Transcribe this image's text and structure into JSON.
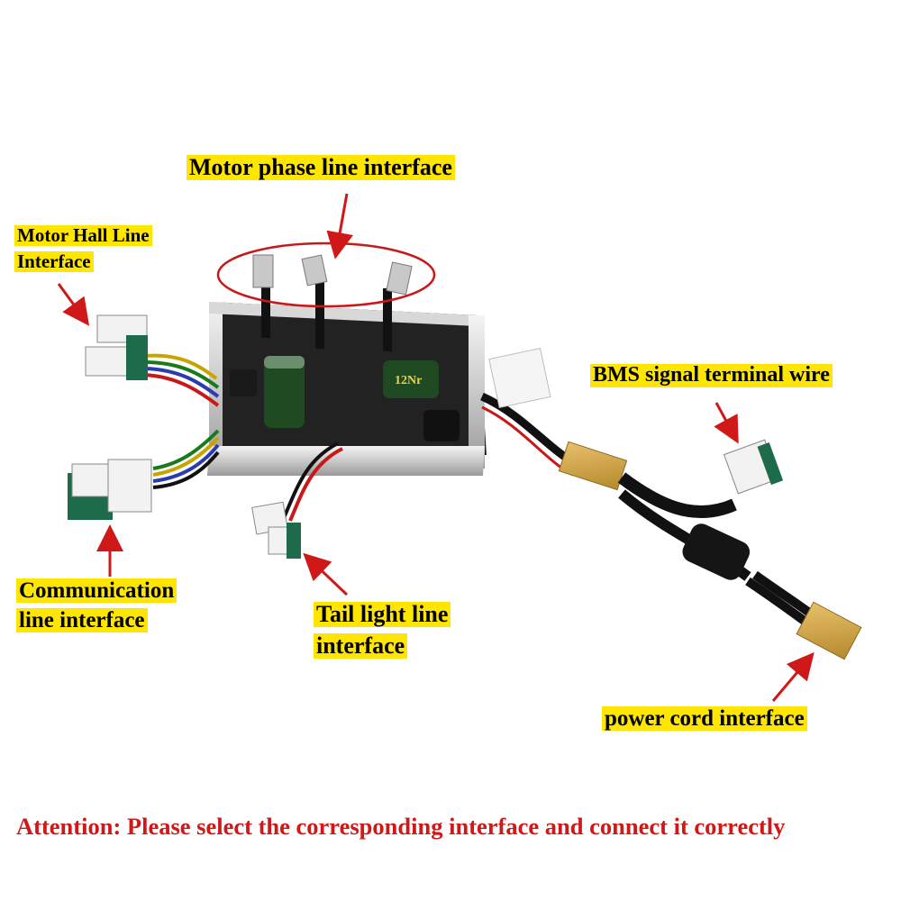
{
  "labels": {
    "motor_phase": "Motor phase line interface",
    "motor_hall_line1": "Motor Hall Line",
    "motor_hall_line2": "Interface",
    "bms_signal": "BMS signal terminal wire",
    "communication_line1": "Communication",
    "communication_line2": "line interface",
    "tail_light_line1": "Tail light line",
    "tail_light_line2": "interface",
    "power_cord": "power cord interface"
  },
  "attention": "Attention: Please select the corresponding interface and connect it correctly",
  "capacitor_marking": "12Nr",
  "colors": {
    "label_background": "#ffe600",
    "arrow": "#d01818",
    "attention_text": "#d01818",
    "highlight_ellipse": "#c81818"
  }
}
